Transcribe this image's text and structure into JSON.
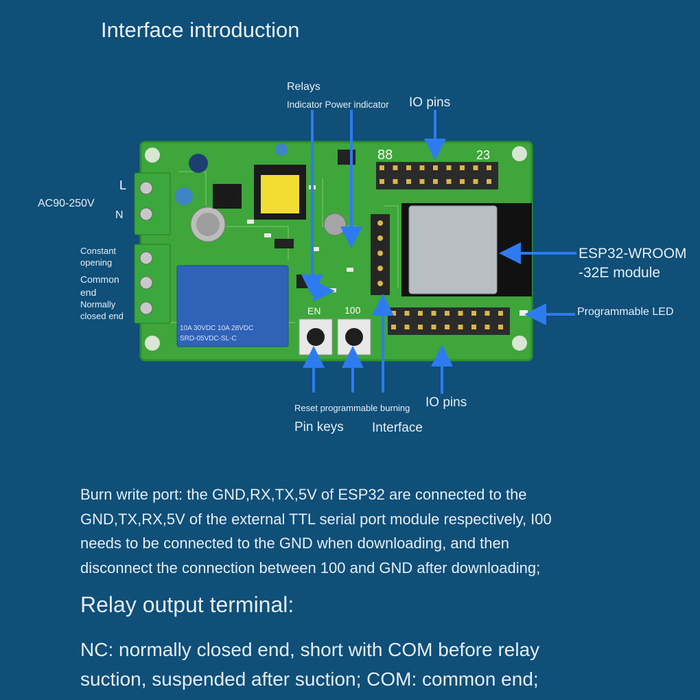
{
  "title": "Interface introduction",
  "labels": {
    "relays": "Relays",
    "indicator_power": "Indicator Power indicator",
    "io_pins_top": "IO pins",
    "ac": "AC90-250V",
    "L": "L",
    "N": "N",
    "constant_opening": [
      "Constant",
      "opening"
    ],
    "common_end": [
      "Common",
      "end"
    ],
    "normally_closed": [
      "Normally",
      "closed end"
    ],
    "esp32_module": [
      "ESP32-WROOM",
      "-32E module"
    ],
    "programmable_led": "Programmable LED",
    "en": "EN",
    "key_100": "100",
    "reset_burning": "Reset programmable burning",
    "pin_keys": "Pin keys",
    "interface": "Interface",
    "io_pins_bottom": "IO pins",
    "pin_88": "88",
    "pin_23": "23",
    "relay_text": [
      "10A 30VDC 10A 28VDC",
      "SRD-05VDC-SL-C"
    ]
  },
  "paragraphs": {
    "burn_port": [
      "Burn write port: the GND,RX,TX,5V of ESP32 are connected to the",
      "GND,TX,RX,5V of the external TTL serial port module respectively, I00",
      "needs to be connected to the GND when downloading, and then",
      "disconnect the connection between 100 and GND after downloading;"
    ],
    "relay_heading": "Relay output terminal:",
    "relay_desc": [
      "NC: normally closed end, short with COM before relay",
      "suction, suspended after suction; COM: common end;"
    ]
  },
  "colors": {
    "background": "#0f4f78",
    "pcb": "#3ea63a",
    "arrow": "#2e7bf0",
    "terminal": "#3aa83c"
  }
}
